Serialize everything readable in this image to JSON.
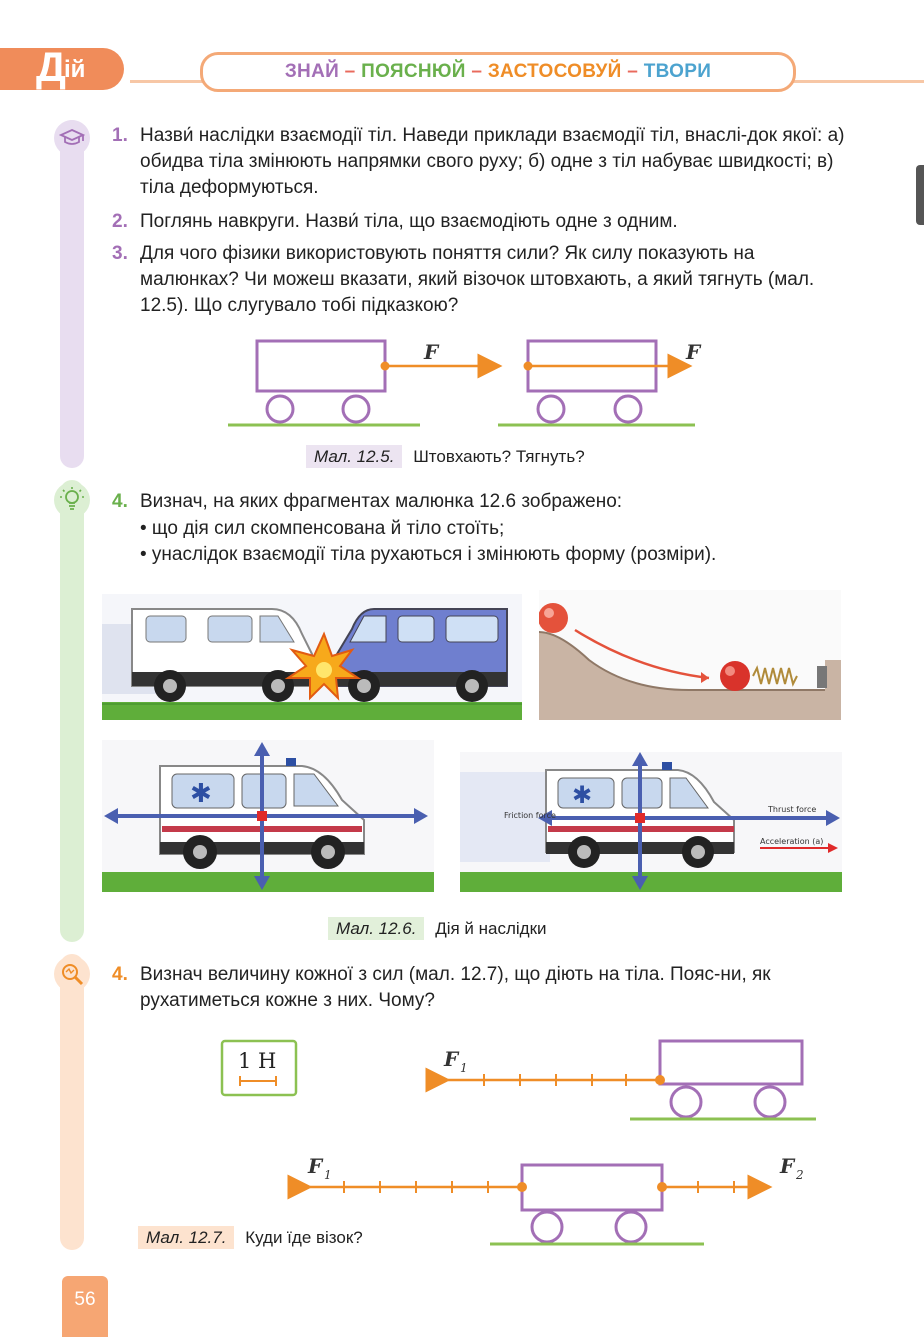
{
  "header": {
    "section_big": "Д",
    "section_small": "ій",
    "znai": "ЗНАЙ",
    "dash": "–",
    "poiasniui": "ПОЯСНЮЙ",
    "zastosovui": "ЗАСТОСОВУЙ",
    "tvory": "ТВОРИ"
  },
  "q1": {
    "num": "1.",
    "text": "Назви́ наслідки взаємодії тіл. Наведи приклади взаємодії тіл, внаслі-док якої: а) обидва тіла змінюють напрямки свого руху; б) одне з тіл набуває швидкості; в) тіла деформуються."
  },
  "q2": {
    "num": "2.",
    "text": "Поглянь навкруги. Назви́ тіла, що взаємодіють одне з одним."
  },
  "q3": {
    "num": "3.",
    "text": "Для чого фізики використовують поняття сили? Як силу показують на малюнках? Чи можеш вказати, який візочок штовхають, а який тягнуть (мал. 12.5). Що слугувало тобі підказкою?"
  },
  "fig125": {
    "label": "Мал. 12.5.",
    "caption": "Штовхають? Тягнуть?",
    "force_left": "F",
    "force_right": "F"
  },
  "q4a": {
    "num": "4.",
    "text": "Визнач, на яких фрагментах малюнка 12.6 зображено:",
    "bullets": [
      "• що дія сил скомпенсована й тіло стоїть;",
      "• унаслідок взаємодії тіла рухаються і змінюють форму (розміри)."
    ]
  },
  "fig126": {
    "label": "Мал. 12.6.",
    "caption": "Дія й наслідки",
    "friction": "Friction force",
    "thrust": "Thrust force",
    "accel": "Acceleration (a)"
  },
  "q4b": {
    "num": "4.",
    "text": "Визнач величину кожної з сил (мал. 12.7), що діють на тіла. Пояс-ни, як рухатиметься кожне з них. Чому?"
  },
  "fig127": {
    "label": "Мал. 12.7.",
    "caption": "Куди їде візок?",
    "scale": "1 Н",
    "f1_top": "F",
    "f1_sub_top": "1",
    "f1_bottom": "F",
    "f1_sub_bottom": "1",
    "f2": "F",
    "f2_sub": "2"
  },
  "page_number": "56",
  "colors": {
    "purple": "#a36fb6",
    "green": "#6ab04c",
    "orange": "#ef8d27",
    "blue": "#4ca3cf"
  }
}
